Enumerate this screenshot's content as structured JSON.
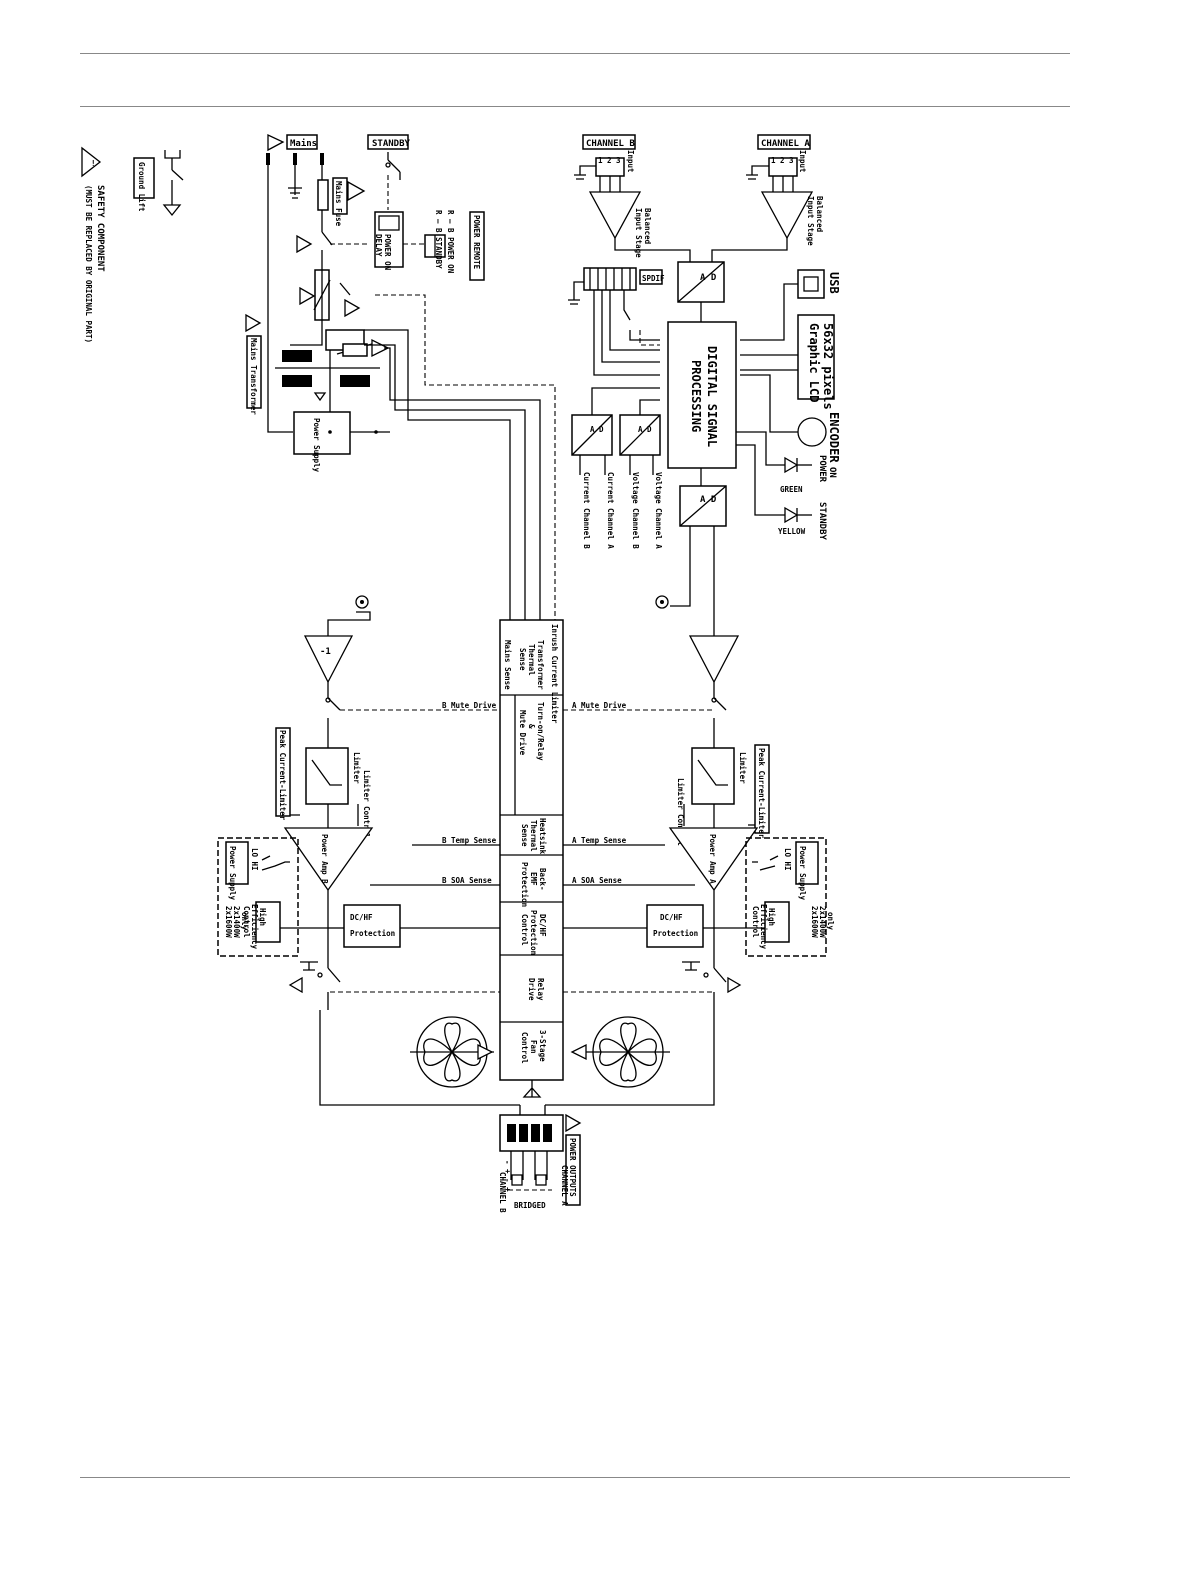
{
  "safety": {
    "line1": "SAFETY COMPONENT",
    "line2": "(MUST BE REPLACED BY ORIGINAL PART)"
  },
  "ground_lift": "Ground Lift",
  "mains": {
    "mains": "Mains",
    "mains_fuse": "Mains Fuse",
    "standby": "STANDBY",
    "power_remote": "POWER REMOTE",
    "remote_on": "R — B  POWER ON",
    "remote_standby": "R — B  STANDBY",
    "power_on_delay_1": "POWER ON",
    "power_on_delay_2": "DELAY",
    "mains_transformer": "Mains Transformer",
    "power_supply": "Power Supply"
  },
  "digital": {
    "channel_b": "CHANNEL B",
    "channel_a": "CHANNEL A",
    "input": "Input",
    "pins": "1 2 3",
    "balanced_1": "Balanced",
    "balanced_2": "Input Stage",
    "spdif": "SPDIF",
    "usb": "USB",
    "lcd_1": "Graphic LCD",
    "lcd_2": "56x32 pixels",
    "dsp_1": "DIGITAL SIGNAL",
    "dsp_2": "PROCESSING",
    "encoder": "ENCODER",
    "power_on_1": "POWER",
    "power_on_2": "ON",
    "standby": "STANDBY",
    "green": "GREEN",
    "yellow": "YELLOW",
    "current_b": "Current Channel B",
    "current_a": "Current Channel A",
    "voltage_b": "Voltage Channel B",
    "voltage_a": "Voltage Channel A",
    "ad": "A  D"
  },
  "control": {
    "inrush": "Inrush Current Limiter",
    "transformer_1": "Transformer",
    "transformer_2": "Thermal",
    "transformer_3": "Sense",
    "mains_sense": "Mains Sense",
    "turn_on_1": "Turn-on/Relay",
    "turn_on_2": "&",
    "turn_on_3": "Mute Drive",
    "heatsink_1": "Heatsink",
    "heatsink_2": "Thermal",
    "heatsink_3": "Sense",
    "backemf_1": "Back-",
    "backemf_2": "EMF",
    "backemf_3": "Protection",
    "dchf_1": "DC/HF",
    "dchf_2": "Protection",
    "dchf_3": "Control",
    "relay_1": "Relay",
    "relay_2": "Drive",
    "fan_1": "3-Stage",
    "fan_2": "Fan",
    "fan_3": "Control"
  },
  "signals": {
    "b_mute": "B Mute Drive",
    "a_mute": "A Mute Drive",
    "b_temp": "B Temp Sense",
    "a_temp": "A Temp Sense",
    "b_soa": "B SOA Sense",
    "a_soa": "A SOA Sense"
  },
  "amp": {
    "peak_limiter": "Peak Current-Limiter",
    "limiter": "Limiter",
    "limiter_control": "Limiter Control",
    "power_amp_b": "Power Amp B",
    "power_amp_a": "Power Amp A",
    "lo_hi": "LO  HI",
    "power_supply": "Power Supply",
    "high_eff_1": "High",
    "high_eff_2": "Efficiency",
    "high_eff_3": "Control",
    "models_1": "2x1600W",
    "models_2": "2x1400W",
    "models_3": "only",
    "dchf_1": "DC/HF",
    "dchf_2": "Protection",
    "minus_one": "-1"
  },
  "outputs": {
    "title": "POWER OUTPUTS",
    "channel_a": "CHANNEL A",
    "channel_b": "CHANNEL B",
    "bridged": "BRIDGED",
    "polarity": "- + - +"
  }
}
